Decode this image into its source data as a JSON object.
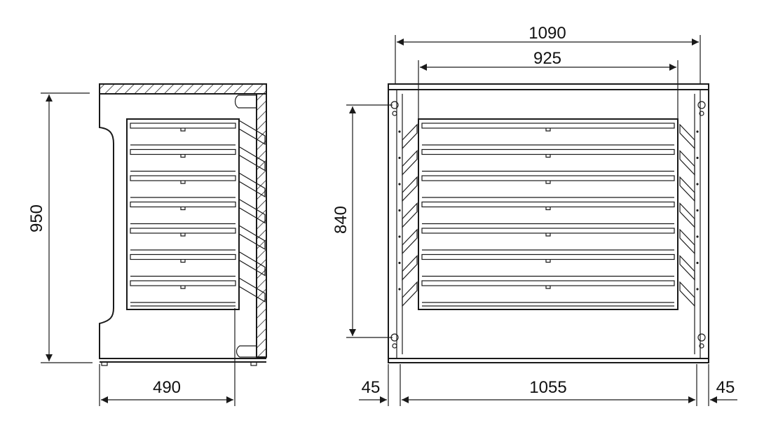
{
  "dimensions": {
    "side_height": "950",
    "side_depth": "490",
    "front_outer_width": "1090",
    "front_inner_width": "925",
    "front_height": "840",
    "front_left_margin": "45",
    "front_center_width": "1055",
    "front_right_margin": "45"
  },
  "shelf_count": 7,
  "colors": {
    "line": "#1a1a1a",
    "background": "#ffffff"
  }
}
